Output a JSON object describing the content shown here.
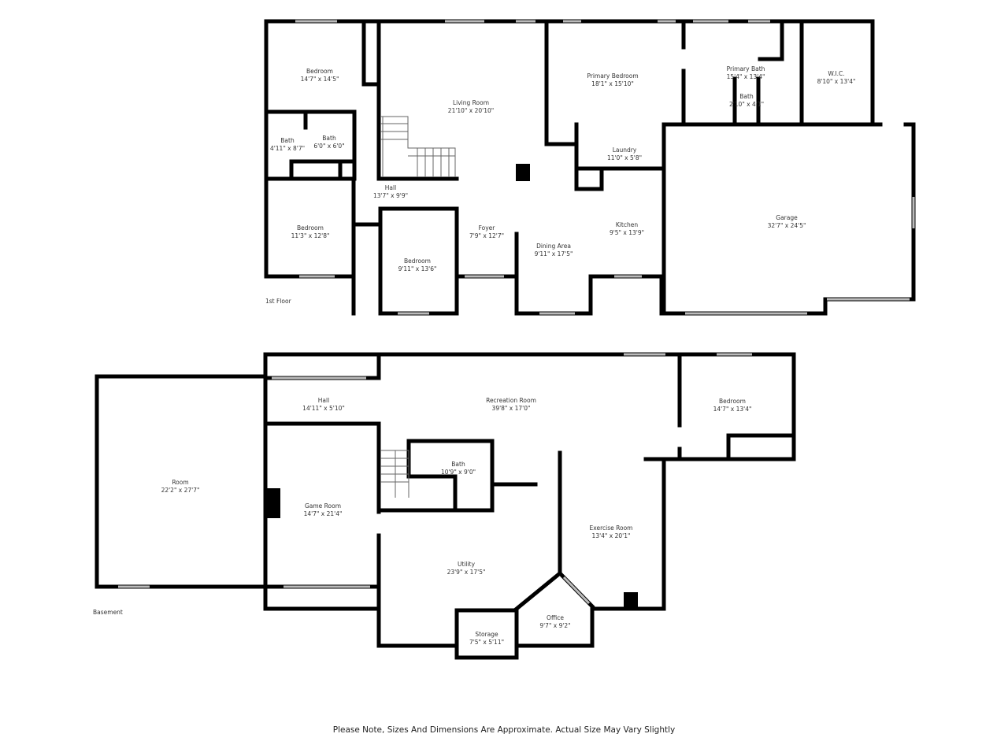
{
  "floors": [
    {
      "name": "1st Floor",
      "rooms": [
        {
          "name": "Bedroom",
          "dims": "14'7\" x 14'5\""
        },
        {
          "name": "Living Room",
          "dims": "21'10\" x 20'10\""
        },
        {
          "name": "Primary Bedroom",
          "dims": "18'1\" x 15'10\""
        },
        {
          "name": "Primary Bath",
          "dims": "15'4\" x 13'4\""
        },
        {
          "name": "W.I.C.",
          "dims": "8'10\" x 13'4\""
        },
        {
          "name": "Bath",
          "dims": "2'10\" x 4'1\""
        },
        {
          "name": "Bath",
          "dims": "4'11\" x 8'7\""
        },
        {
          "name": "Bath",
          "dims": "6'0\" x 6'0\""
        },
        {
          "name": "Laundry",
          "dims": "11'0\" x 5'8\""
        },
        {
          "name": "Hall",
          "dims": "13'7\" x 9'9\""
        },
        {
          "name": "Bedroom",
          "dims": "11'3\" x 12'8\""
        },
        {
          "name": "Bedroom",
          "dims": "9'11\" x 13'6\""
        },
        {
          "name": "Foyer",
          "dims": "7'9\" x 12'7\""
        },
        {
          "name": "Dining Area",
          "dims": "9'11\" x 17'5\""
        },
        {
          "name": "Kitchen",
          "dims": "9'5\" x 13'9\""
        },
        {
          "name": "Garage",
          "dims": "32'7\" x 24'5\""
        }
      ]
    },
    {
      "name": "Basement",
      "rooms": [
        {
          "name": "Room",
          "dims": "22'2\" x 27'7\""
        },
        {
          "name": "Hall",
          "dims": "14'11\" x 5'10\""
        },
        {
          "name": "Recreation Room",
          "dims": "39'8\" x 17'0\""
        },
        {
          "name": "Bedroom",
          "dims": "14'7\" x 13'4\""
        },
        {
          "name": "Bath",
          "dims": "10'9\" x 9'0\""
        },
        {
          "name": "Game Room",
          "dims": "14'7\" x 21'4\""
        },
        {
          "name": "Exercise Room",
          "dims": "13'4\" x 20'1\""
        },
        {
          "name": "Utility",
          "dims": "23'9\" x 17'5\""
        },
        {
          "name": "Office",
          "dims": "9'7\" x 9'2\""
        },
        {
          "name": "Storage",
          "dims": "7'5\" x 5'11\""
        }
      ]
    }
  ],
  "disclaimer": "Please Note, Sizes And Dimensions Are Approximate. Actual Size May Vary Slightly"
}
